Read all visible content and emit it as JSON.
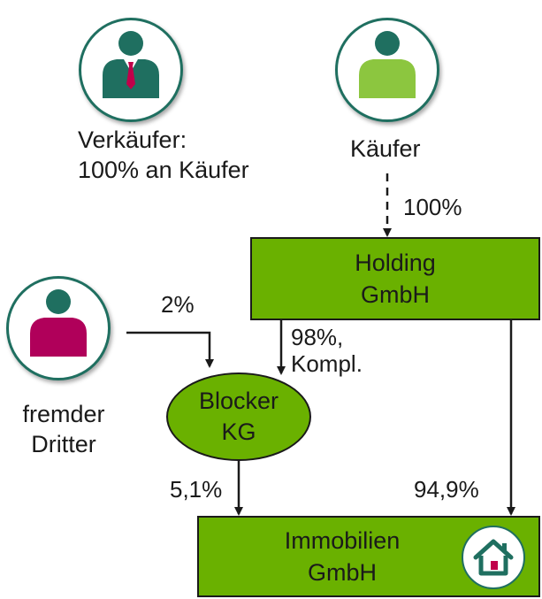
{
  "colors": {
    "accent_green": "#6ab100",
    "avatar_teal": "#1f6f60",
    "seller_tie": "#c0004a",
    "seller_suit": "#1f6f60",
    "buyer_body": "#8cc63f",
    "third_party_body": "#b0005a",
    "line": "#1a1a1a"
  },
  "parties": {
    "seller": {
      "icon": "person-suit-icon",
      "label_line1": "Verkäufer:",
      "label_line2": "100% an Käufer"
    },
    "buyer": {
      "icon": "person-icon",
      "label": "Käufer"
    },
    "third_party": {
      "icon": "person-icon",
      "label_line1": "fremder",
      "label_line2": "Dritter"
    }
  },
  "entities": {
    "holding": {
      "line1": "Holding",
      "line2": "GmbH"
    },
    "blocker": {
      "line1": "Blocker",
      "line2": "KG"
    },
    "property": {
      "line1": "Immobilien",
      "line2": "GmbH",
      "icon": "house-icon"
    }
  },
  "shareholdings": {
    "buyer_to_holding": "100%",
    "third_party_to_blocker": "2%",
    "holding_to_blocker_line1": "98%,",
    "holding_to_blocker_line2": "Kompl.",
    "blocker_to_property": "5,1%",
    "holding_to_property": "94,9%"
  }
}
